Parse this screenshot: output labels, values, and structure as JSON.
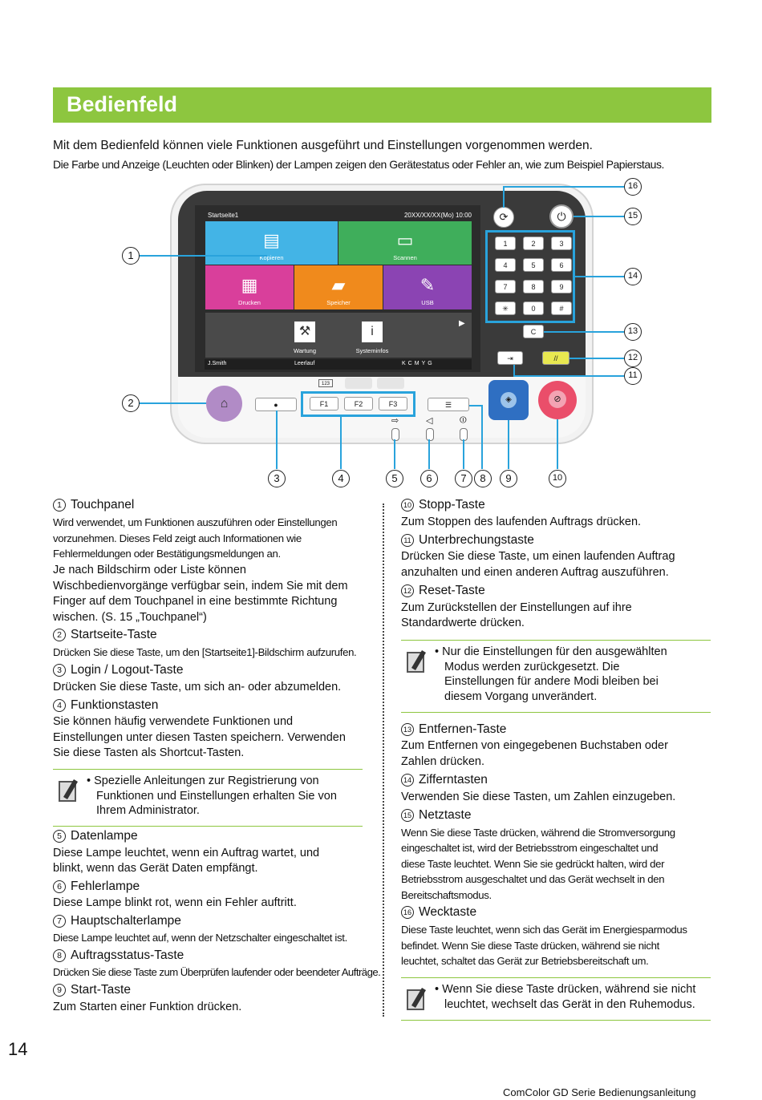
{
  "title": "Bedienfeld",
  "intro": [
    "Mit dem Bedienfeld können viele Funktionen ausgeführt und Einstellungen vorgenommen werden.",
    "Die Farbe und Anzeige (Leuchten oder Blinken) der Lampen zeigen den Gerätestatus oder Fehler an, wie zum Beispiel Papierstaus."
  ],
  "screen": {
    "top_left": "Startseite1",
    "top_right": "20XX/XX/XX(Mo) 10:00",
    "tiles": [
      "Kopieren",
      "Scannen",
      "Drucken",
      "Speicher",
      "USB",
      "Wartung",
      "Systeminfos"
    ],
    "user": "J.Smith",
    "status": "Leerlauf",
    "ink": [
      "K",
      "C",
      "M",
      "Y",
      "G"
    ]
  },
  "keypad": [
    "1",
    "2",
    "3",
    "4",
    "5",
    "6",
    "7",
    "8",
    "9",
    "✳",
    "0",
    "#"
  ],
  "clear_key": "C",
  "fkeys": [
    "F1",
    "F2",
    "F3"
  ],
  "counter_label": "123",
  "callouts": [
    "1",
    "2",
    "3",
    "4",
    "5",
    "6",
    "7",
    "8",
    "9",
    "10",
    "11",
    "12",
    "13",
    "14",
    "15",
    "16"
  ],
  "left_col": {
    "s1_head": "Touchpanel",
    "s1_a": [
      "Wird verwendet, um Funktionen auszuführen oder Einstellungen",
      "vorzunehmen. Dieses Feld zeigt auch Informationen wie",
      "Fehlermeldungen oder Bestätigungsmeldungen an."
    ],
    "s1_b": [
      "Je nach Bildschirm oder Liste können",
      "Wischbedienvorgänge verfügbar sein, indem Sie mit dem",
      "Finger auf dem Touchpanel in eine bestimmte Richtung",
      "wischen. (S. 15 „Touchpanel“)"
    ],
    "s2_head": "Startseite-Taste",
    "s2": "Drücken Sie diese Taste, um den [Startseite1]-Bildschirm aufzurufen.",
    "s3_head": "Login / Logout-Taste",
    "s3": "Drücken Sie diese Taste, um sich an- oder abzumelden.",
    "s4_head": "Funktionstasten",
    "s4": [
      "Sie können häufig verwendete Funktionen und",
      "Einstellungen unter diesen Tasten speichern. Verwenden",
      "Sie diese Tasten als Shortcut-Tasten."
    ],
    "note1": [
      "Spezielle Anleitungen zur Registrierung von",
      "Funktionen und Einstellungen erhalten Sie von",
      "Ihrem Administrator."
    ],
    "s5_head": "Datenlampe",
    "s5": [
      "Diese Lampe leuchtet, wenn ein Auftrag wartet, und",
      "blinkt, wenn das Gerät Daten empfängt."
    ],
    "s6_head": "Fehlerlampe",
    "s6": "Diese Lampe blinkt rot, wenn ein Fehler auftritt.",
    "s7_head": "Hauptschalterlampe",
    "s7": "Diese Lampe leuchtet auf, wenn der Netzschalter eingeschaltet ist.",
    "s8_head": "Auftragsstatus-Taste",
    "s8": "Drücken Sie diese Taste zum Überprüfen laufender oder beendeter Aufträge.",
    "s9_head": "Start-Taste",
    "s9": "Zum Starten einer Funktion drücken."
  },
  "right_col": {
    "s10_head": "Stopp-Taste",
    "s10": "Zum Stoppen des laufenden Auftrags drücken.",
    "s11_head": "Unterbrechungstaste",
    "s11": [
      "Drücken Sie diese Taste, um einen laufenden Auftrag",
      "anzuhalten und einen anderen Auftrag auszuführen."
    ],
    "s12_head": "Reset-Taste",
    "s12": [
      "Zum Zurückstellen der Einstellungen auf ihre",
      "Standardwerte drücken."
    ],
    "note2": [
      "Nur die Einstellungen für den ausgewählten",
      "Modus werden zurückgesetzt. Die",
      "Einstellungen für andere Modi bleiben bei",
      "diesem Vorgang unverändert."
    ],
    "s13_head": "Entfernen-Taste",
    "s13": [
      "Zum Entfernen von eingegebenen Buchstaben oder",
      "Zahlen drücken."
    ],
    "s14_head": "Zifferntasten",
    "s14": "Verwenden Sie diese Tasten, um Zahlen einzugeben.",
    "s15_head": "Netztaste",
    "s15": [
      "Wenn Sie diese Taste drücken, während die Stromversorgung",
      "eingeschaltet ist, wird der Betriebsstrom eingeschaltet und",
      "diese Taste leuchtet. Wenn Sie sie gedrückt halten, wird der",
      "Betriebsstrom ausgeschaltet und das Gerät wechselt in den",
      "Bereitschaftsmodus."
    ],
    "s16_head": "Wecktaste",
    "s16": [
      "Diese Taste leuchtet, wenn sich das Gerät im Energiesparmodus",
      "befindet. Wenn Sie diese Taste drücken, während sie nicht",
      "leuchtet, schaltet das Gerät zur Betriebsbereitschaft um."
    ],
    "note3": [
      "Wenn Sie diese Taste drücken, während sie nicht",
      "leuchtet, wechselt das Gerät in den Ruhemodus."
    ]
  },
  "page_number": "14",
  "footer": "ComColor GD Serie Bedienungsanleitung",
  "colors": {
    "accent": "#8dc63f",
    "callout_line": "#29a3dc",
    "kopieren": "#43b4e6",
    "scannen": "#3fae5b",
    "drucken": "#d93f9b",
    "speicher": "#f08a1c",
    "usb": "#8b44b3"
  }
}
